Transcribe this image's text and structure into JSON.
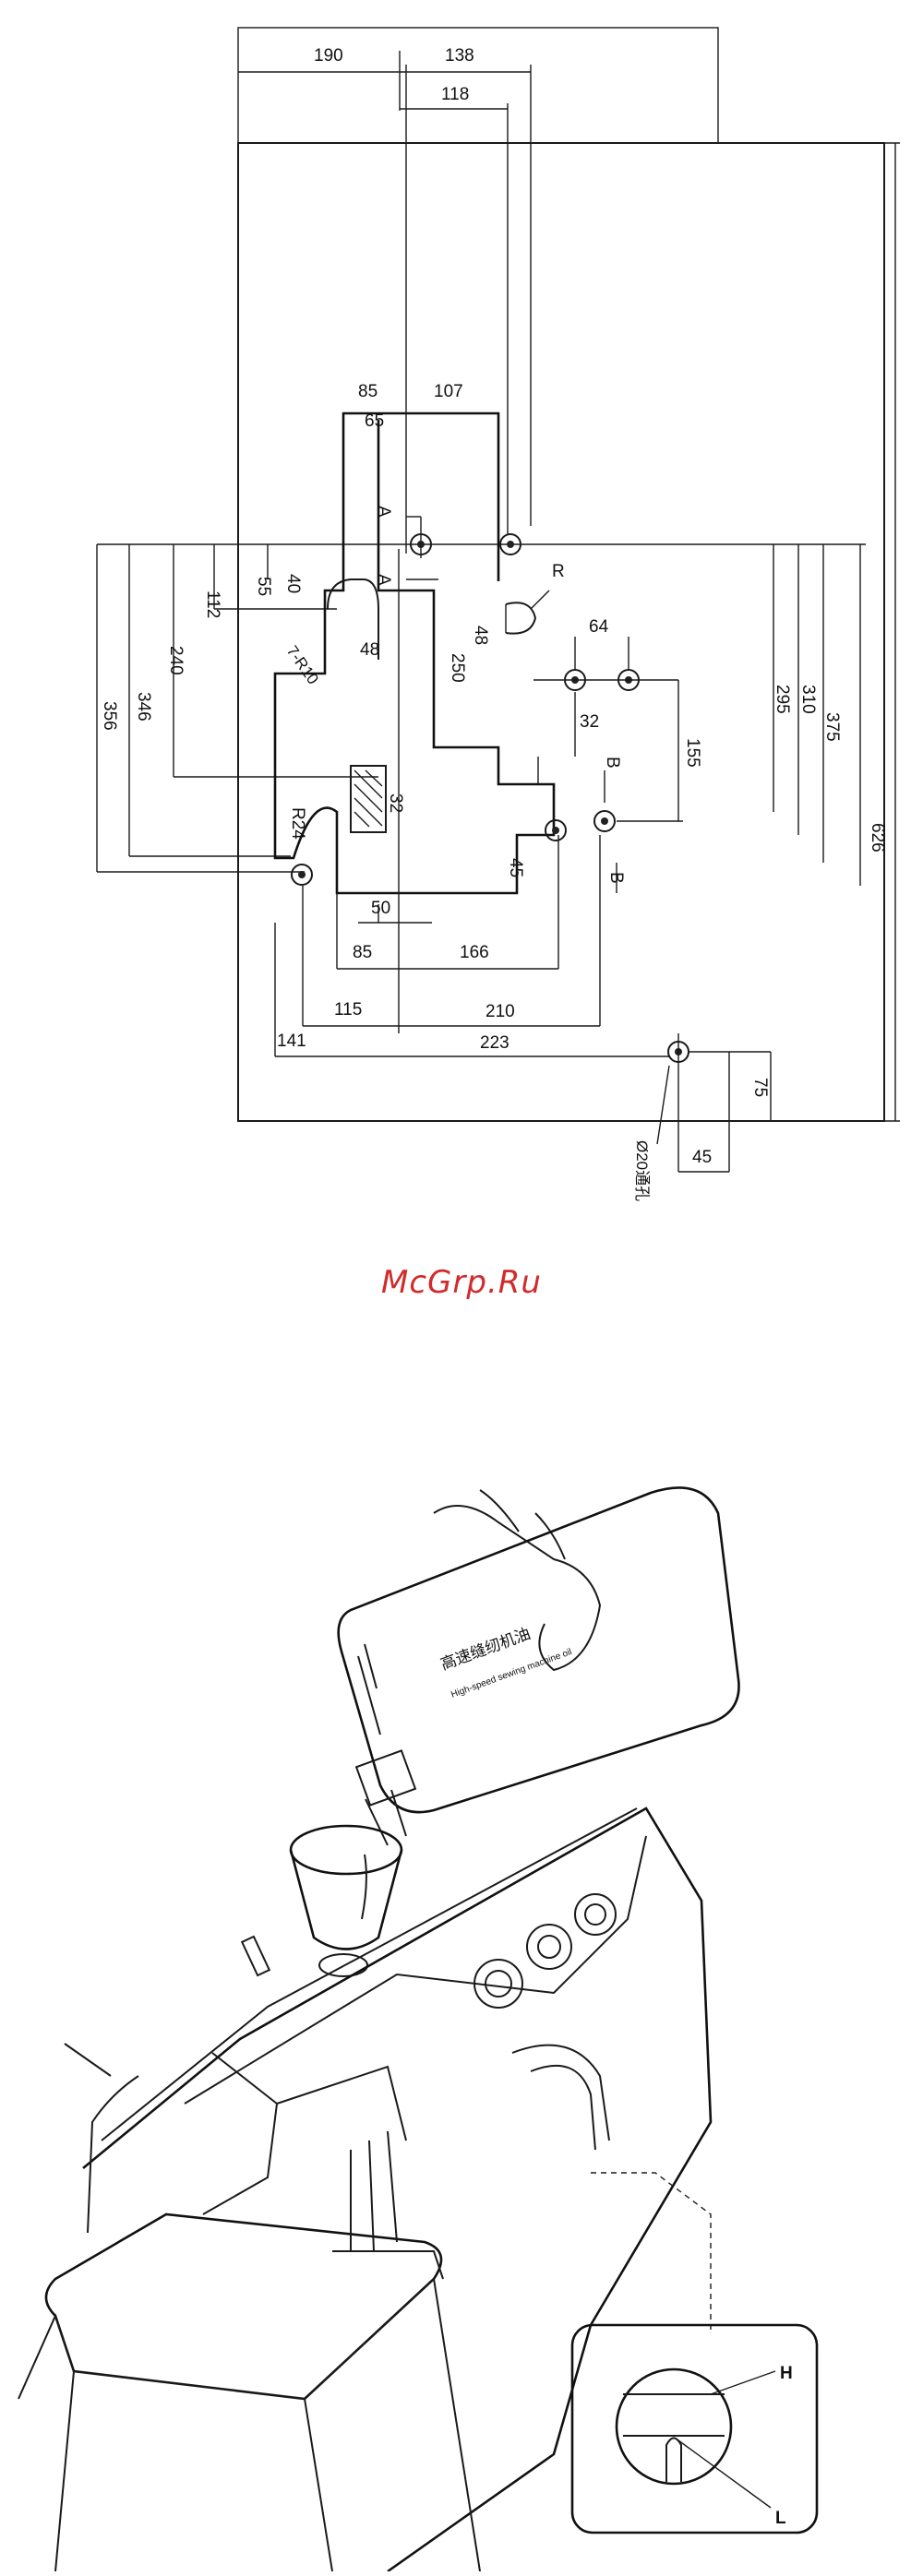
{
  "top_dims": [
    "190",
    "138",
    "118"
  ],
  "inner_dims": [
    "85",
    "107",
    "65",
    "40",
    "55",
    "112",
    "240",
    "346",
    "356"
  ],
  "body_dims": [
    "48",
    "48",
    "250",
    "32",
    "64",
    "32",
    "155",
    "295",
    "310",
    "375",
    "626"
  ],
  "radius_labels": [
    "R",
    "7-R10",
    "R24"
  ],
  "section_marks": [
    "A",
    "A",
    "B",
    "B"
  ],
  "bottom_dims": [
    "45",
    "50",
    "85",
    "166",
    "115",
    "210",
    "141",
    "223",
    "75",
    "45"
  ],
  "hole_label": "Ø20通孔",
  "watermark": "McGrp.Ru",
  "bottle_label_cn": "高速缝纫机油",
  "bottle_label_en": "High-speed sewing machine oil",
  "gauge_labels": {
    "high": "H",
    "low": "L"
  }
}
